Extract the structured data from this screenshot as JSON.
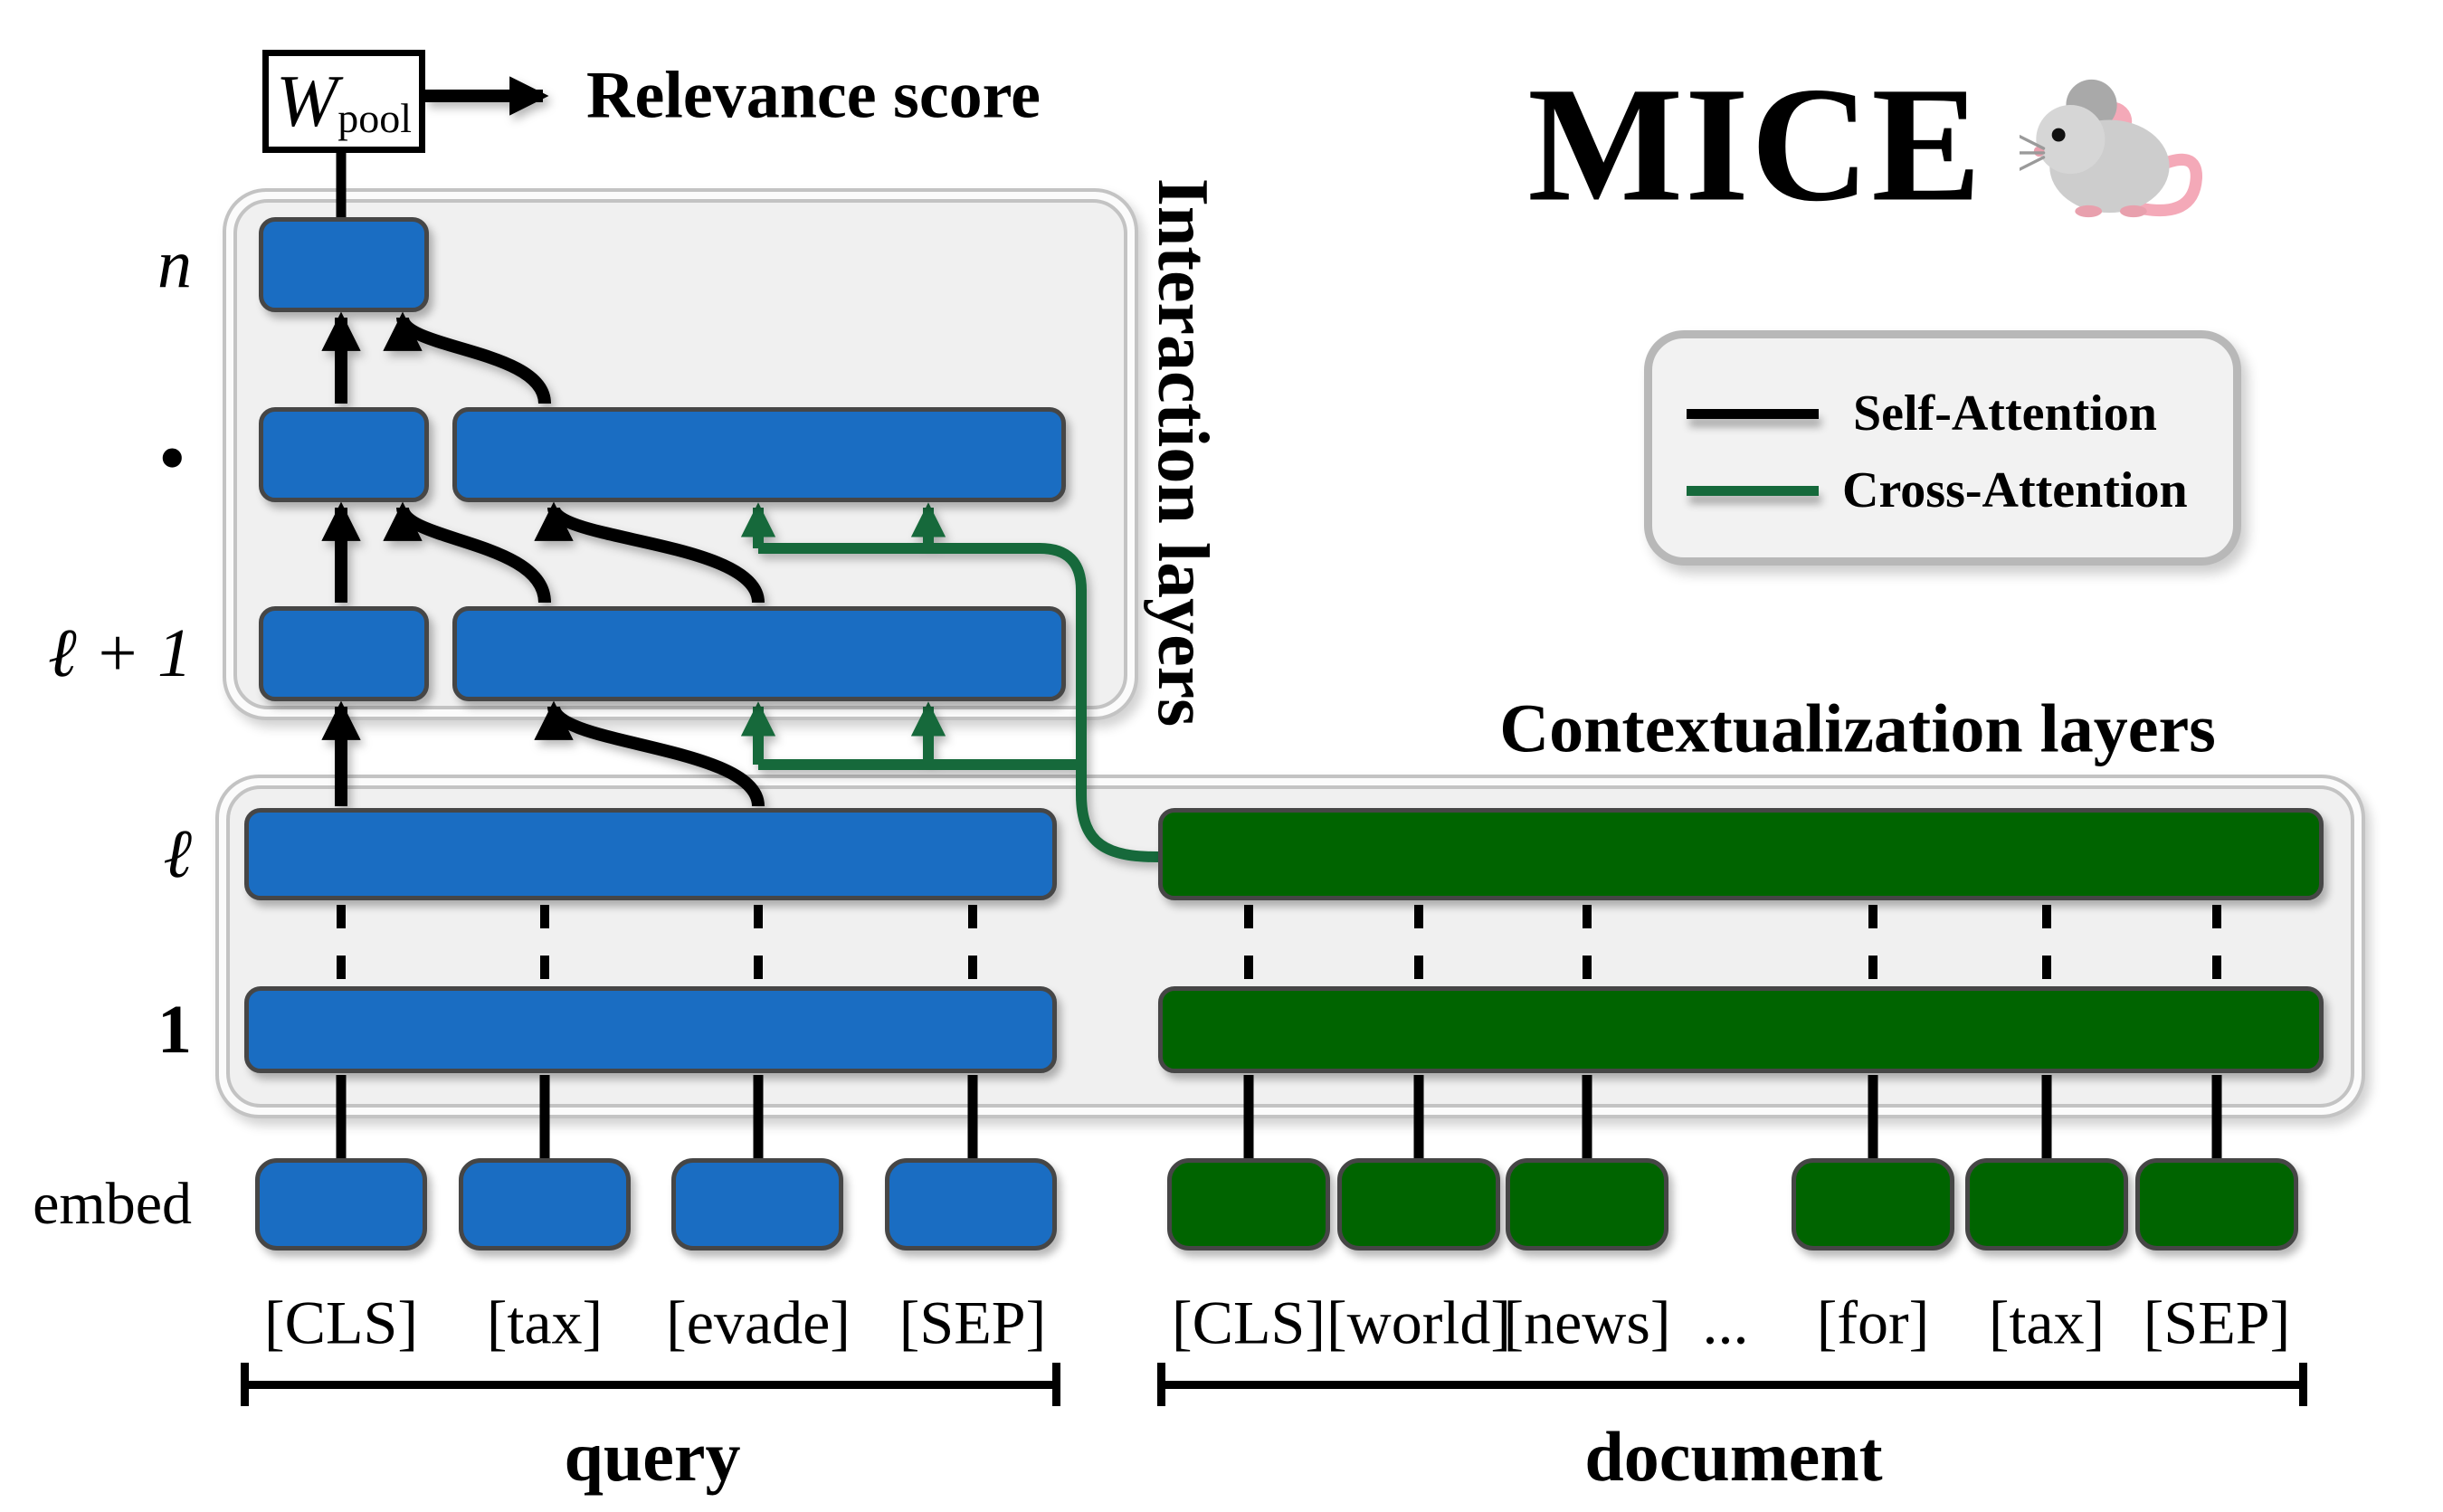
{
  "title": {
    "text": "MICE"
  },
  "pool_box": {
    "symbol": "W",
    "subscript": "pool"
  },
  "relevance_label": "Relevance score",
  "legend": {
    "items": [
      {
        "label": "Self-Attention",
        "color": "#000000"
      },
      {
        "label": "Cross-Attention",
        "color": "#15693b"
      }
    ]
  },
  "sections": {
    "interaction_label": "Interaction layers",
    "contextualization_label": "Contextualization layers"
  },
  "layer_labels": {
    "n": "n",
    "dots": "·",
    "l_plus_one": "ℓ + 1",
    "l": "ℓ",
    "one": "1",
    "embed": "embed"
  },
  "query": {
    "group_label": "query",
    "tokens": [
      "[CLS]",
      "[tax]",
      "[evade]",
      "[SEP]"
    ]
  },
  "document": {
    "group_label": "document",
    "tokens": [
      "[CLS]",
      "[world]",
      "[news]",
      "...",
      "[for]",
      "[tax]",
      "[SEP]"
    ]
  },
  "colors": {
    "query_box": "#1a6dc2",
    "document_box": "#006400",
    "cross_attention": "#15693b",
    "self_attention": "#000000",
    "box_border": "#464646",
    "container_border": "#c3c3c3",
    "container_fill": "#f0f0f0",
    "legend_border": "#b8b8b8",
    "legend_fill": "#f2f2f2"
  }
}
